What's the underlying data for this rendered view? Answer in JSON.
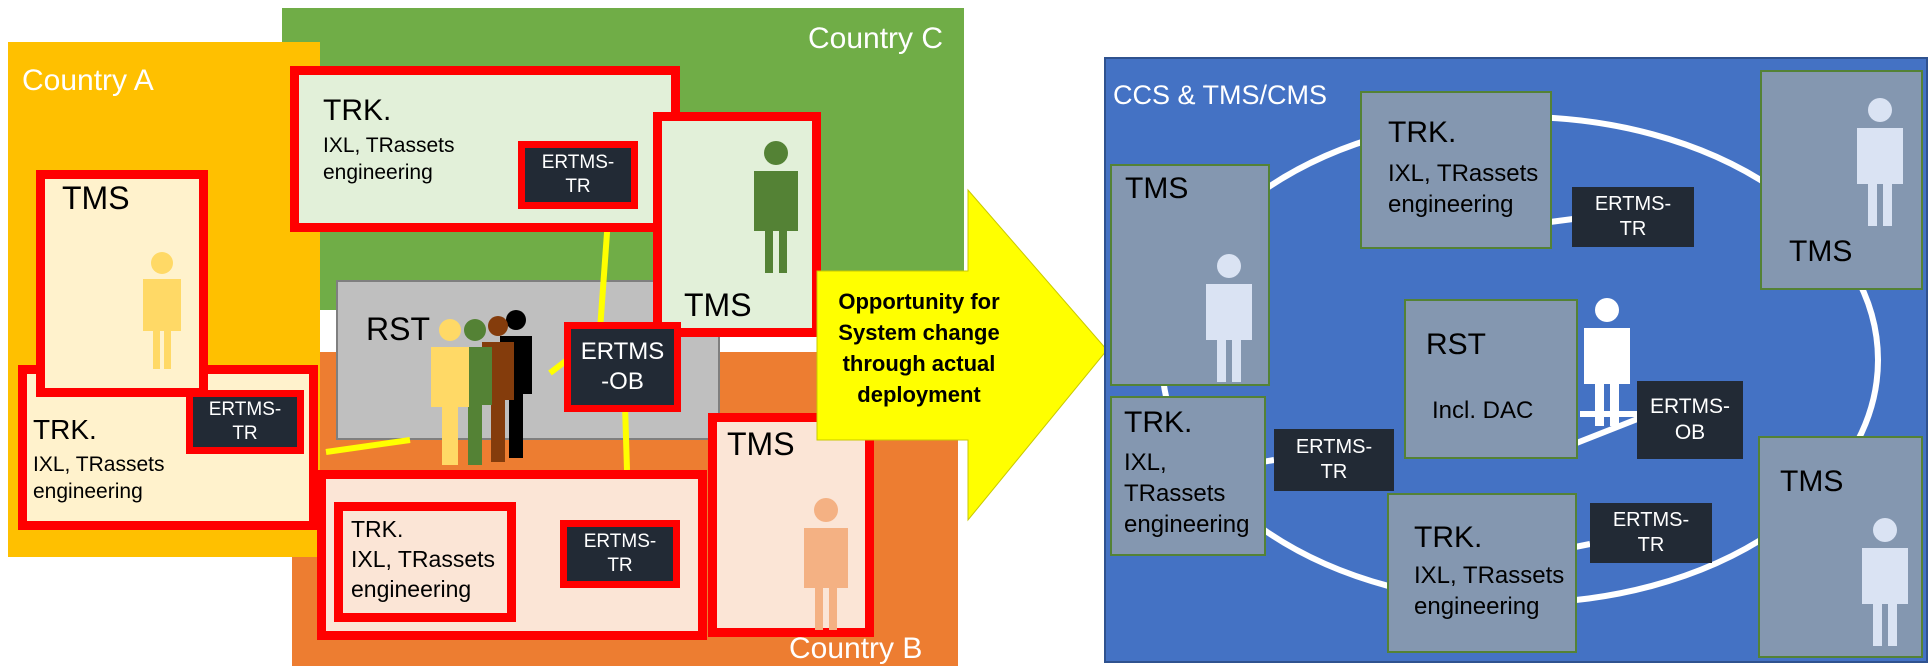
{
  "left_diagram": {
    "country_a": {
      "label": "Country A",
      "color": "#ffc000"
    },
    "country_b": {
      "label": "Country B",
      "color": "#ed7d31"
    },
    "country_c": {
      "label": "Country C",
      "color": "#70ad47"
    },
    "a_tms": {
      "title": "TMS"
    },
    "a_trk": {
      "title": "TRK.",
      "subtitle": "IXL, TRassets\nengineering",
      "chip": "ERTMS-\nTR"
    },
    "c_trk": {
      "title": "TRK.",
      "subtitle": "IXL, TRassets\nengineering",
      "chip": "ERTMS-\nTR"
    },
    "c_tms": {
      "title": "TMS"
    },
    "rst": {
      "title": "RST",
      "chip": "ERTMS\n-OB"
    },
    "b_trk": {
      "title": "TRK.",
      "subtitle": "IXL, TRassets\nengineering",
      "chip": "ERTMS-\nTR"
    },
    "b_tms": {
      "title": "TMS"
    }
  },
  "arrow": {
    "text": "Opportunity for System change through actual deployment",
    "color": "#ffff00"
  },
  "right_diagram": {
    "title": "CCS & TMS/CMS",
    "background": "#4472c4",
    "tms_left": {
      "title": "TMS"
    },
    "trk_top": {
      "title": "TRK.",
      "subtitle": "IXL, TRassets\nengineering",
      "chip": "ERTMS-\nTR"
    },
    "tms_top_right": {
      "title": "TMS"
    },
    "rst": {
      "title": "RST",
      "subtitle": "Incl. DAC",
      "chip": "ERTMS-\nOB"
    },
    "trk_left": {
      "title": "TRK.",
      "subtitle": "IXL,\nTRassets\nengineering",
      "chip": "ERTMS-\nTR"
    },
    "trk_bottom": {
      "title": "TRK.",
      "subtitle": "IXL, TRassets\nengineering",
      "chip": "ERTMS-\nTR"
    },
    "tms_bottom_right": {
      "title": "TMS"
    }
  }
}
